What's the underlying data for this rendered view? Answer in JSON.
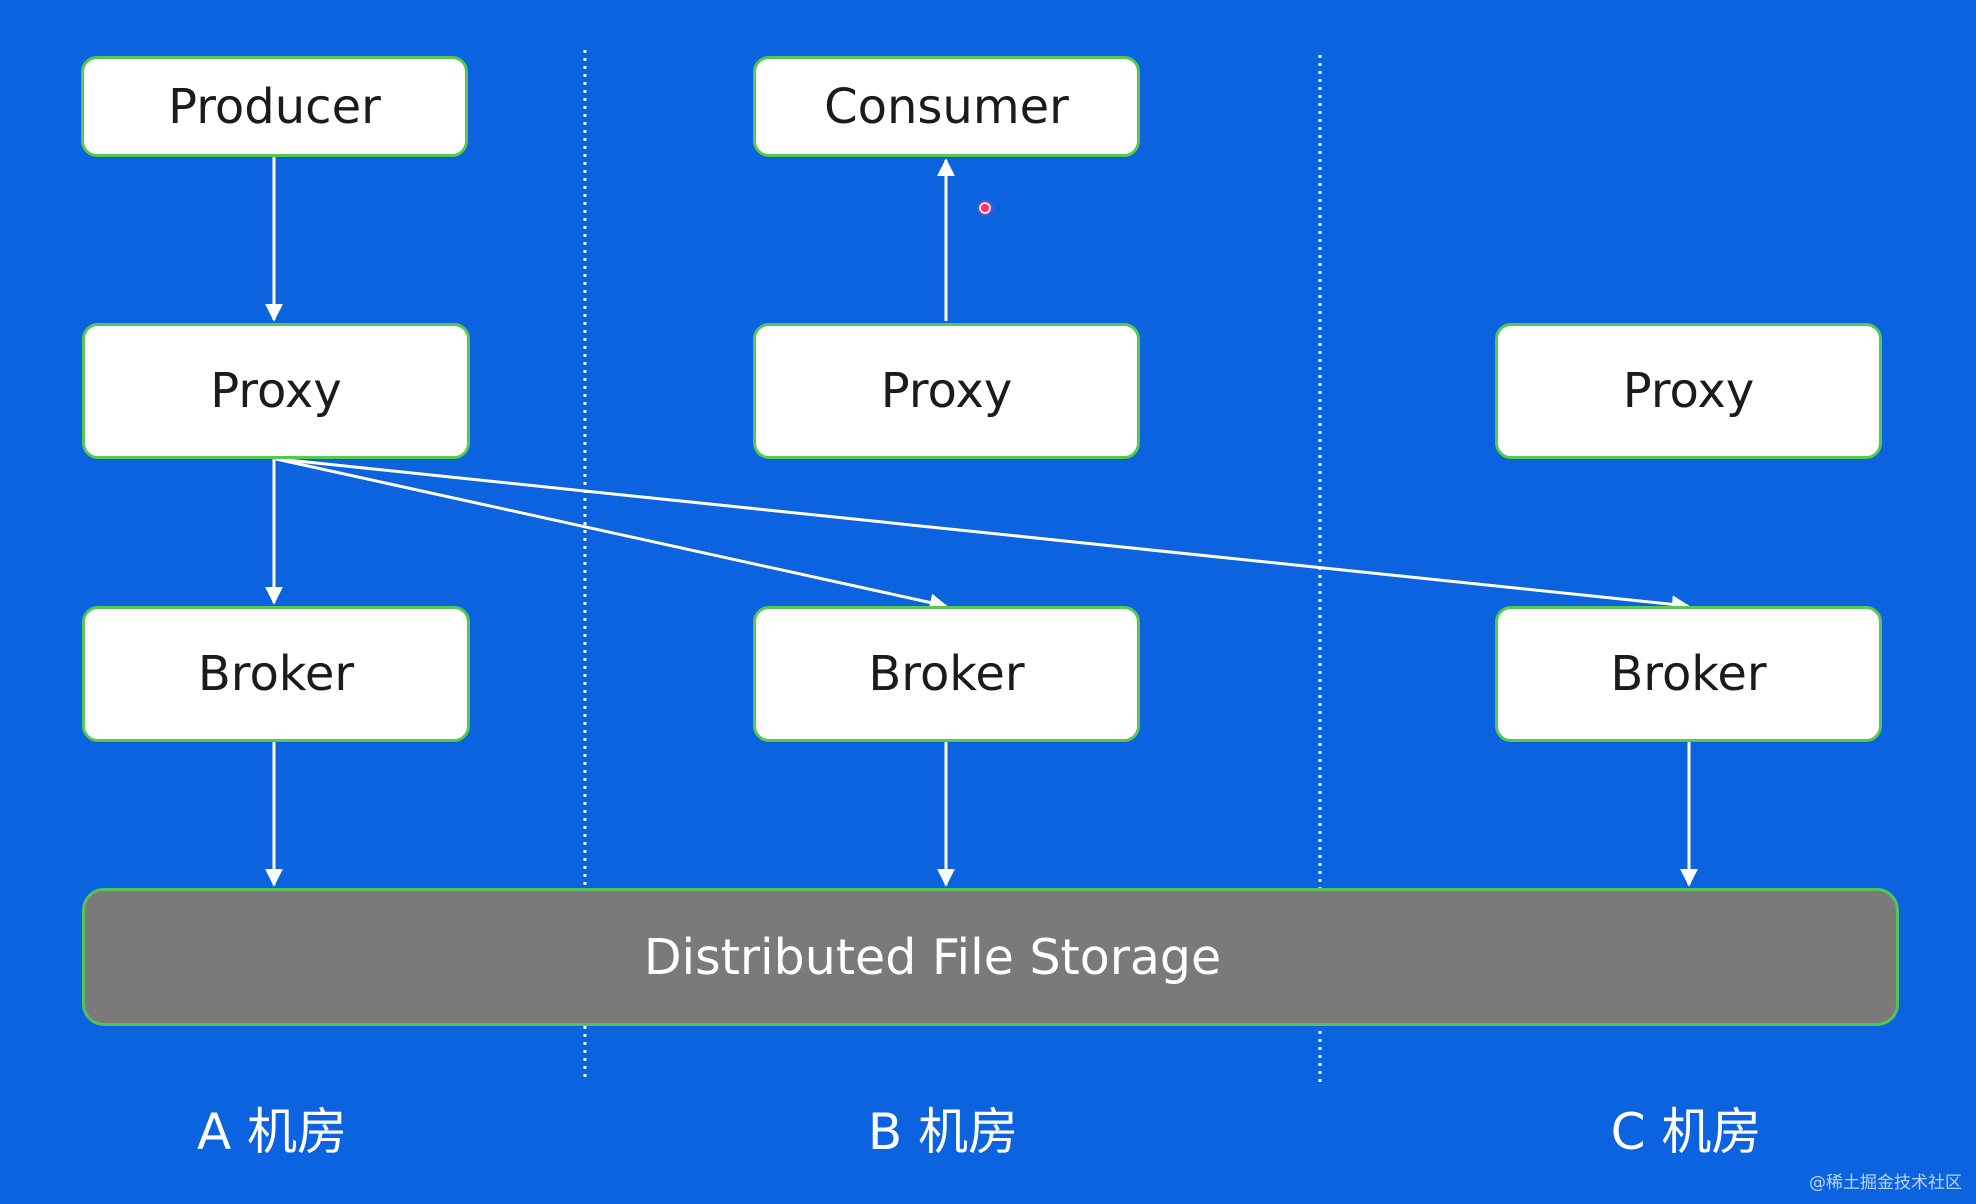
{
  "colors": {
    "background": "#0b63e0",
    "node_fill": "#ffffff",
    "node_border": "#58c94f",
    "storage_fill": "#7b7a78",
    "storage_border": "#53c25a",
    "line": "#ffffff",
    "pointer": "#ff3366"
  },
  "nodes": {
    "producer": "Producer",
    "consumer": "Consumer",
    "proxy_a": "Proxy",
    "proxy_b": "Proxy",
    "proxy_c": "Proxy",
    "broker_a": "Broker",
    "broker_b": "Broker",
    "broker_c": "Broker"
  },
  "storage": {
    "label": "Distributed File Storage"
  },
  "zones": {
    "a": "A 机房",
    "b": "B 机房",
    "c": "C 机房"
  },
  "watermark": "@稀土掘金技术社区",
  "icons": {
    "arrow": "arrow-head-icon",
    "pointer": "mouse-pointer-icon"
  }
}
